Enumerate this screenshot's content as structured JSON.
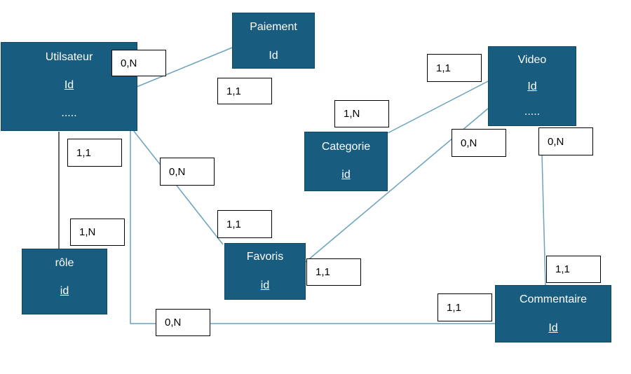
{
  "colors": {
    "entity_fill": "#185d80",
    "edge": "#6aa3bd",
    "edge_dark": "#333333"
  },
  "entities": {
    "utilisateur": {
      "name": "Utilsateur",
      "key": "Id",
      "more": "....."
    },
    "paiement": {
      "name": "Paiement",
      "key": "Id"
    },
    "video": {
      "name": "Video",
      "key": "Id",
      "more": "....."
    },
    "categorie": {
      "name": "Categorie",
      "key": "id"
    },
    "role": {
      "name": "rôle",
      "key": "id"
    },
    "favoris": {
      "name": "Favoris",
      "key": "id"
    },
    "commentaire": {
      "name": "Commentaire",
      "key": "Id"
    }
  },
  "cardinalities": {
    "utilisateur_paiement": "0,N",
    "paiement_utilisateur": "1,1",
    "video_categorie": "1,1",
    "categorie_video": "1,N",
    "video_favoris": "0,N",
    "video_commentaire": "0,N",
    "utilisateur_role": "1,1",
    "role_utilisateur": "1,N",
    "utilisateur_favoris": "0,N",
    "favoris_utilisateur": "1,1",
    "favoris_video": "1,1",
    "commentaire_video": "1,1",
    "commentaire_utilisateur": "1,1",
    "utilisateur_commentaire": "0,N"
  }
}
